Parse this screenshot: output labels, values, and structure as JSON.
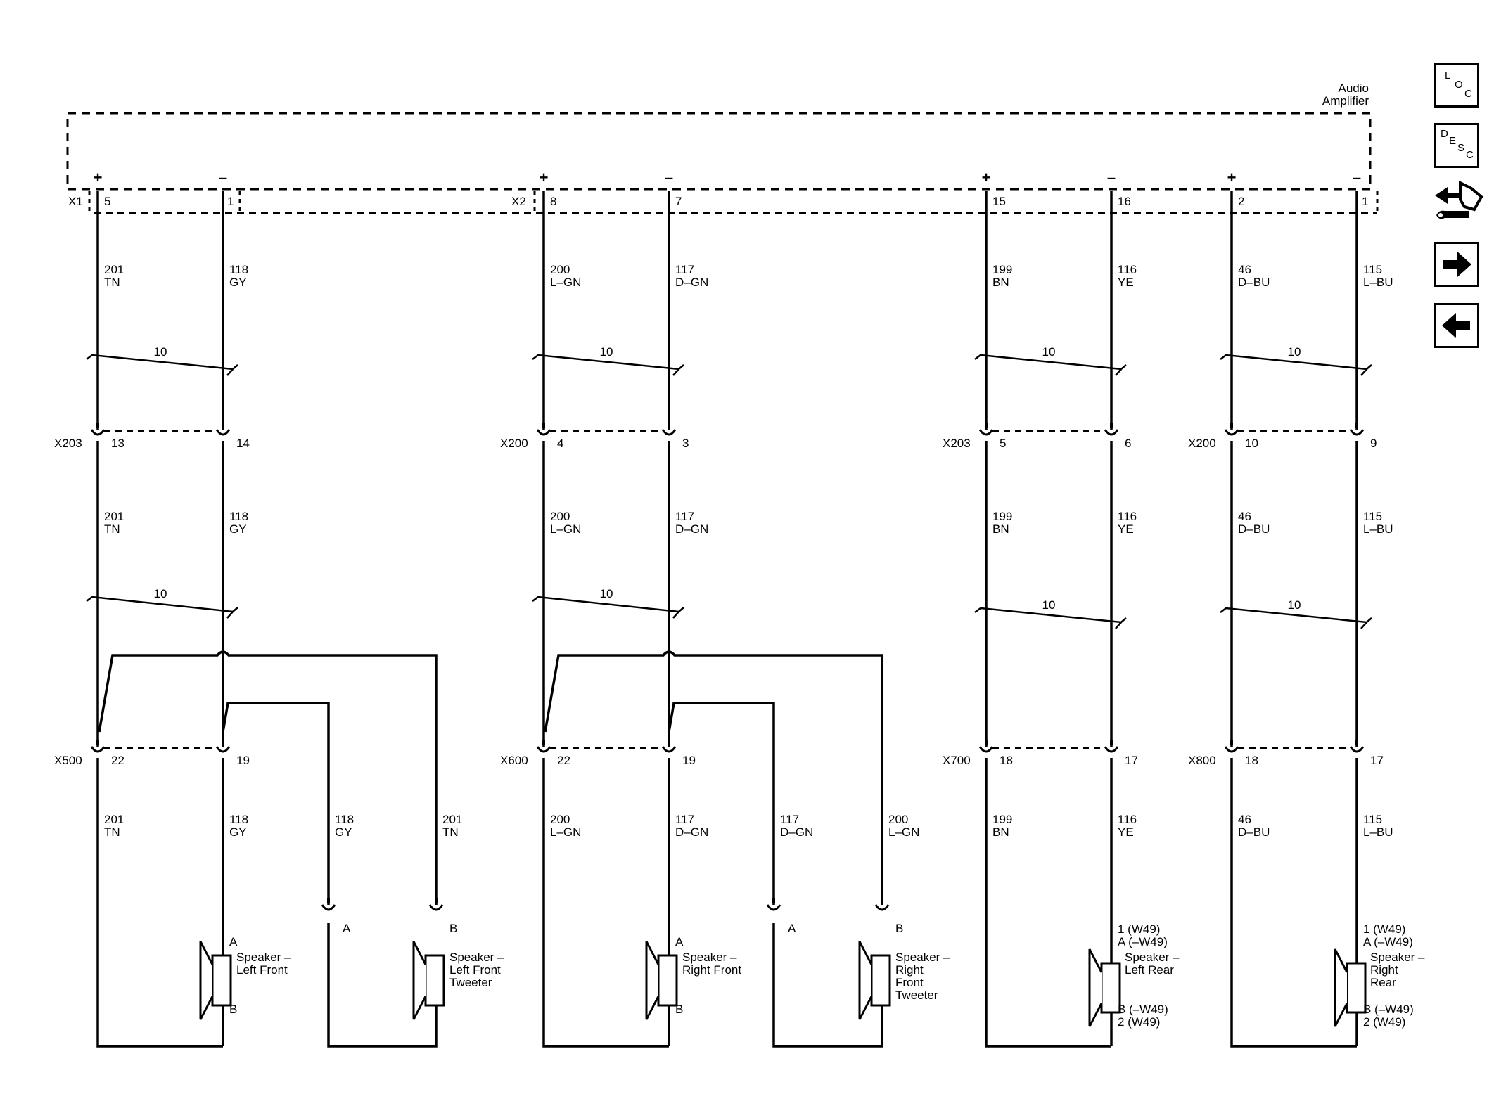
{
  "module_title": [
    "Audio",
    "Amplifier"
  ],
  "connectors": {
    "x1": "X1",
    "x2": "X2",
    "x203a": "X203",
    "x200a": "X200",
    "x203b": "X203",
    "x200b": "X200",
    "x500": "X500",
    "x600": "X600",
    "x700": "X700",
    "x800": "X800"
  },
  "polarity": {
    "plus": "+",
    "minus": "–"
  },
  "twist": "10",
  "circuits": [
    {
      "id": "lf_plus",
      "amp_pin": "5",
      "ckt": "201",
      "color": "TN",
      "inline1_pin": "13",
      "inline2_pin": "22"
    },
    {
      "id": "lf_minus",
      "amp_pin": "1",
      "ckt": "118",
      "color": "GY",
      "inline1_pin": "14",
      "inline2_pin": "19"
    },
    {
      "id": "rf_plus",
      "amp_pin": "8",
      "ckt": "200",
      "color": "L–GN",
      "inline1_pin": "4",
      "inline2_pin": "22"
    },
    {
      "id": "rf_minus",
      "amp_pin": "7",
      "ckt": "117",
      "color": "D–GN",
      "inline1_pin": "3",
      "inline2_pin": "19"
    },
    {
      "id": "lr_plus",
      "amp_pin": "15",
      "ckt": "199",
      "color": "BN",
      "inline1_pin": "5",
      "inline2_pin": "18"
    },
    {
      "id": "lr_minus",
      "amp_pin": "16",
      "ckt": "116",
      "color": "YE",
      "inline1_pin": "6",
      "inline2_pin": "17"
    },
    {
      "id": "rr_plus",
      "amp_pin": "2",
      "ckt": "46",
      "color": "D–BU",
      "inline1_pin": "10",
      "inline2_pin": "18"
    },
    {
      "id": "rr_minus",
      "amp_pin": "1",
      "ckt": "115",
      "color": "L–BU",
      "inline1_pin": "9",
      "inline2_pin": "17"
    }
  ],
  "branches": {
    "lf_tw_minus": {
      "ckt": "118",
      "color": "GY"
    },
    "lf_tw_plus": {
      "ckt": "201",
      "color": "TN"
    },
    "rf_tw_minus": {
      "ckt": "117",
      "color": "D–GN"
    },
    "rf_tw_plus": {
      "ckt": "200",
      "color": "L–GN"
    }
  },
  "speakers": {
    "left_front": {
      "label": [
        "Speaker –",
        "Left Front"
      ],
      "pin_a": "A",
      "pin_b": "B"
    },
    "lf_tweeter": {
      "label": [
        "Speaker –",
        "Left Front",
        "Tweeter"
      ],
      "pin_a": "A",
      "pin_b": "B"
    },
    "right_front": {
      "label": [
        "Speaker –",
        "Right Front"
      ],
      "pin_a": "A",
      "pin_b": "B"
    },
    "rf_tweeter": {
      "label": [
        "Speaker –",
        "Right",
        "Front",
        "Tweeter"
      ],
      "pin_a": "A",
      "pin_b": "B"
    },
    "left_rear": {
      "label": [
        "Speaker –",
        "Left Rear"
      ],
      "pins_top": [
        "1 (W49)",
        "A (–W49)"
      ],
      "pins_bottom": [
        "B (–W49)",
        "2 (W49)"
      ]
    },
    "right_rear": {
      "label": [
        "Speaker –",
        "Right",
        "Rear"
      ],
      "pins_top": [
        "1 (W49)",
        "A (–W49)"
      ],
      "pins_bottom": [
        "B (–W49)",
        "2 (W49)"
      ]
    }
  },
  "nav": {
    "loc": [
      "L",
      "O",
      "C"
    ],
    "desc": [
      "D",
      "E",
      "S",
      "C"
    ],
    "icons": [
      "connector-service-icon",
      "arrow-right-icon",
      "arrow-left-icon"
    ]
  }
}
